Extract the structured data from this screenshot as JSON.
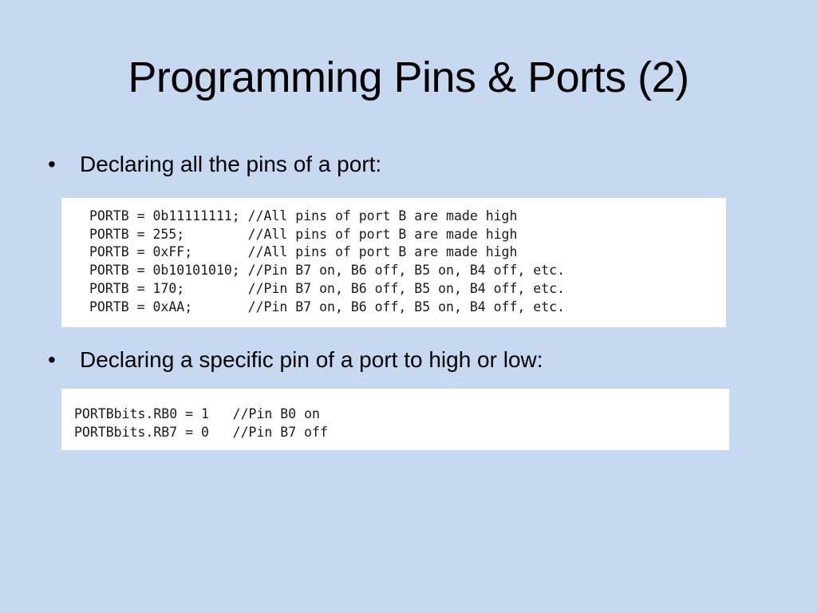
{
  "slide": {
    "title": "Programming Pins & Ports (2)",
    "bullet_symbol": "•",
    "bullets": [
      {
        "text": "Declaring all the pins of a port:",
        "code": [
          "PORTB = 0b11111111; //All pins of port B are made high",
          "PORTB = 255;        //All pins of port B are made high",
          "PORTB = 0xFF;       //All pins of port B are made high",
          "PORTB = 0b10101010; //Pin B7 on, B6 off, B5 on, B4 off, etc.",
          "PORTB = 170;        //Pin B7 on, B6 off, B5 on, B4 off, etc.",
          "PORTB = 0xAA;       //Pin B7 on, B6 off, B5 on, B4 off, etc."
        ]
      },
      {
        "text": "Declaring a specific pin of a port to high or low:",
        "code": [
          "PORTBbits.RB0 = 1   //Pin B0 on",
          "PORTBbits.RB7 = 0   //Pin B7 off"
        ]
      }
    ]
  },
  "colors": {
    "background": "#c6d9f1",
    "code_background": "#ffffff",
    "text": "#000000"
  }
}
